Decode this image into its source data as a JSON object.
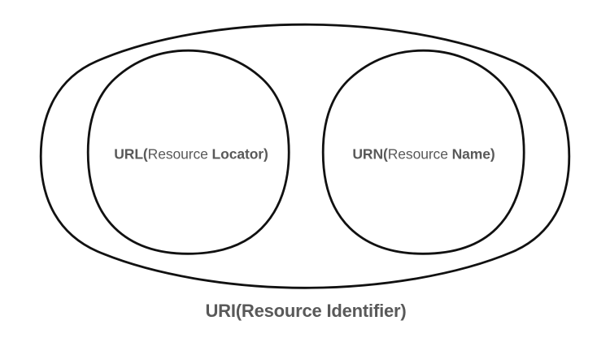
{
  "diagram": {
    "type": "venn-containment",
    "title_caption": "URI(Resource Identifier)",
    "background_color": "#ffffff",
    "outline_color": "#111111",
    "text_color": "#595959",
    "sets": [
      {
        "id": "url",
        "position": "left-inner",
        "abbrev": "URL(",
        "expansion_regular": "Resource ",
        "expansion_bold": "Locator)",
        "full_text": "URL(Resource Locator)"
      },
      {
        "id": "urn",
        "position": "right-inner",
        "abbrev": "URN(",
        "expansion_regular": "Resource ",
        "expansion_bold": "Name)",
        "full_text": "URN(Resource Name)"
      }
    ],
    "container": {
      "id": "uri",
      "caption": "URI(Resource Identifier)"
    }
  }
}
